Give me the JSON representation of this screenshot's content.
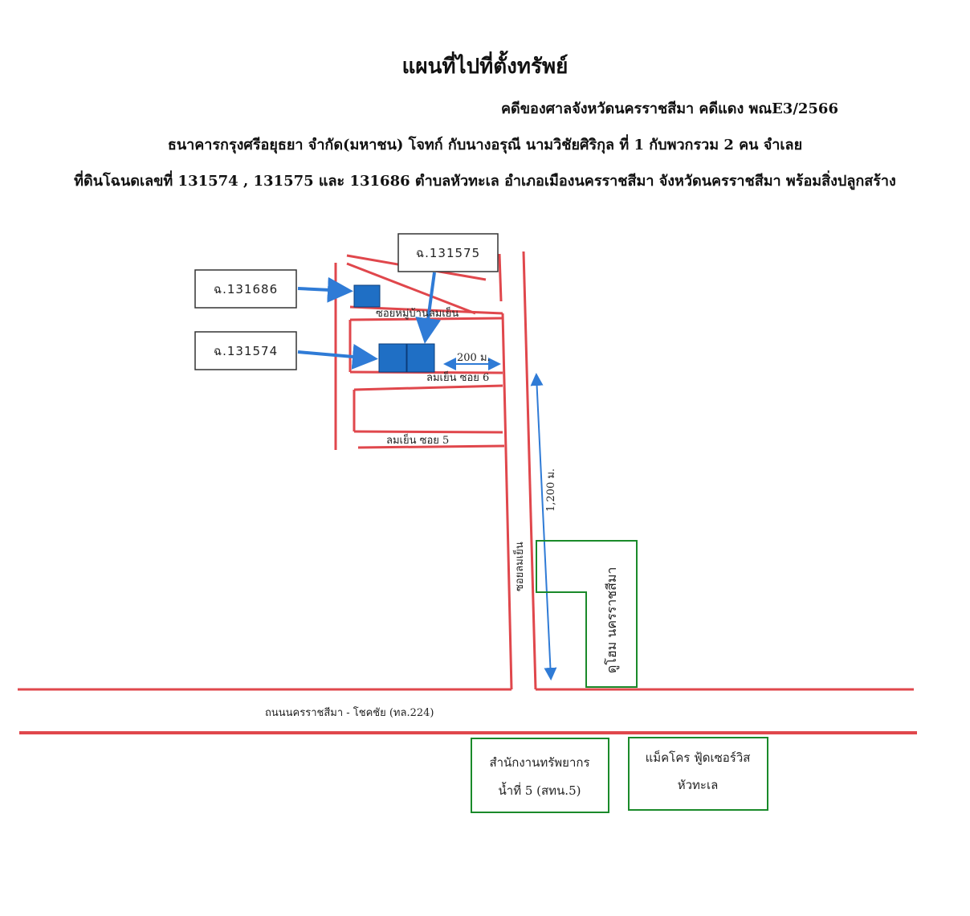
{
  "header": {
    "title": "แผนที่ไปที่ตั้งทรัพย์",
    "case_line": "คดีของศาลจังหวัดนครราชสีมา   คดีแดง พณE3/2566",
    "parties_line": "ธนาคารกรุงศรีอยุธยา จำกัด(มหาชน) โจทก์ กับนางอรุณี นามวิชัยศิริกุล ที่ 1 กับพวกรวม 2 คน จำเลย",
    "land_line": "ที่ดินโฉนดเลขที่ 131574 , 131575  และ 131686  ตำบลหัวทะเล อำเภอเมืองนครราชสีมา จังหวัดนครราชสีมา พร้อมสิ่งปลูกสร้าง"
  },
  "callouts": {
    "deed_131686": "ฉ.131686",
    "deed_131575": "ฉ.131575",
    "deed_131574": "ฉ.131574"
  },
  "roads": {
    "soi_village": "ซอยหมู่บ้านลมเย็น",
    "lom_yen_soi_6": "ลมเย็น ซอย 6",
    "lom_yen_soi_5": "ลมเย็น ซอย 5",
    "soi_lom_yen": "ซอยลมเย็น",
    "main_road": "ถนนนครราชสีมา - โชคชัย (ทล.224)"
  },
  "distances": {
    "d200": "200 ม.",
    "d1200": "1,200 ม."
  },
  "landmarks": {
    "dohome": "ดูโฮม นครราชสีมา",
    "water_office_line1": "สำนักงานทรัพยากร",
    "water_office_line2": "น้ำที่ 5 (สทน.5)",
    "makro_line1": "แม็คโคร ฟู้ดเซอร์วิส",
    "makro_line2": "หัวทะเล"
  },
  "colors": {
    "road": "#e0474c",
    "plot": "#1f6fc5",
    "arrow": "#2f7bd6",
    "landmark": "#1a8a2a"
  }
}
